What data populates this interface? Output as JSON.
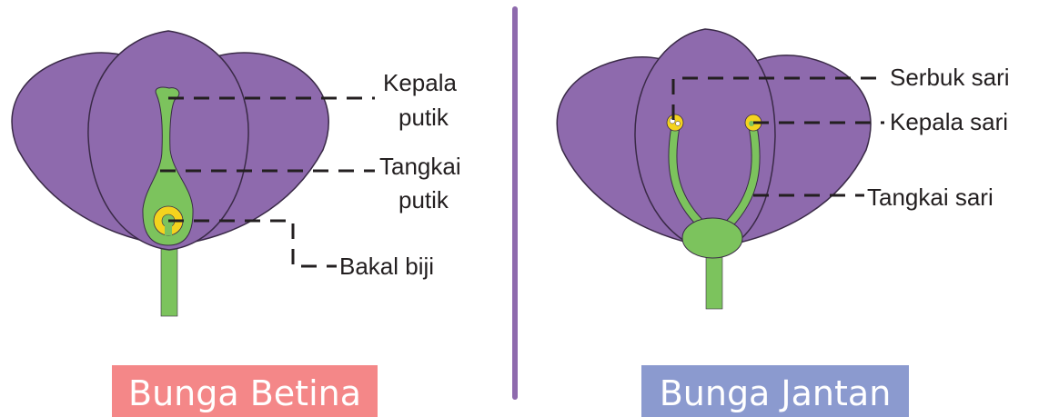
{
  "colors": {
    "petal": "#8e6aad",
    "petal_outline": "#3a2a47",
    "stem": "#7cc35d",
    "yellow": "#f4d31e",
    "divider": "#8e6aad",
    "female_title_bg": "#f48788",
    "male_title_bg": "#8b9acf",
    "leader": "#231f20"
  },
  "female": {
    "title": "Bunga Betina",
    "labels": {
      "stigma_line1": "Kepala",
      "stigma_line2": "putik",
      "style_line1": "Tangkai",
      "style_line2": "putik",
      "ovule": "Bakal biji"
    }
  },
  "male": {
    "title": "Bunga Jantan",
    "labels": {
      "pollen": "Serbuk sari",
      "anther": "Kepala sari",
      "filament": "Tangkai sari"
    }
  }
}
